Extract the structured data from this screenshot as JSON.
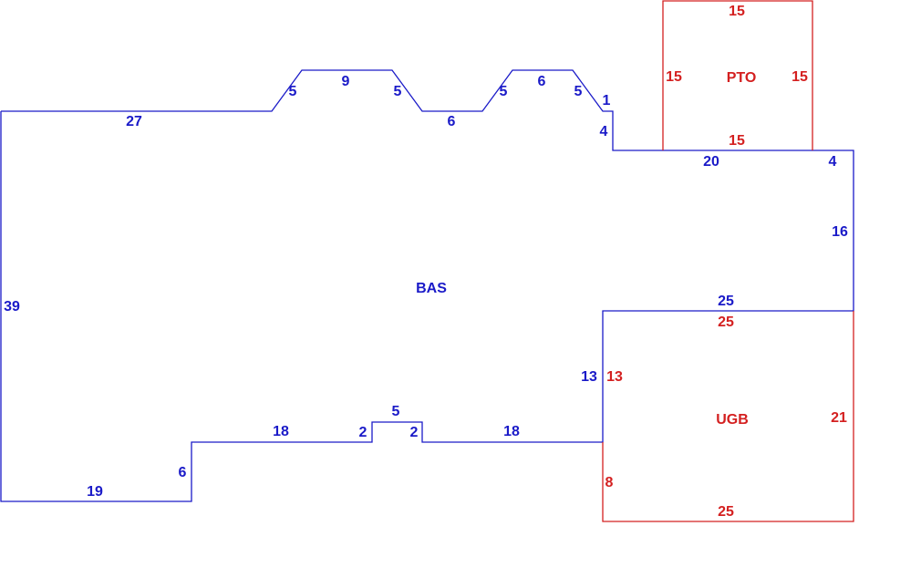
{
  "colors": {
    "bas": "#1a1ac8",
    "addition": "#d42020",
    "background": "#ffffff"
  },
  "areas": {
    "bas": {
      "label": "BAS",
      "dims": {
        "left": "39",
        "top_left": "27",
        "bump1_left": "5",
        "bump1_top": "9",
        "bump1_right": "5",
        "between_bumps": "6",
        "bump2_left": "5",
        "bump2_top": "6",
        "bump2_right": "5",
        "step_diag": "1",
        "step_down": "4",
        "top_under_pto": "20",
        "top_right": "4",
        "right": "16",
        "shared_with_ugb_top": "25",
        "shared_with_ugb_side": "13",
        "bottom_right": "18",
        "notch_right": "2",
        "notch_top": "5",
        "notch_left": "2",
        "bottom_mid": "18",
        "step_up": "6",
        "bottom_left": "19"
      }
    },
    "pto": {
      "label": "PTO",
      "dims": {
        "top": "15",
        "left": "15",
        "right": "15",
        "bottom": "15"
      }
    },
    "ugb": {
      "label": "UGB",
      "dims": {
        "top": "25",
        "left_upper": "13",
        "right": "21",
        "left_lower": "8",
        "bottom": "25"
      }
    }
  }
}
